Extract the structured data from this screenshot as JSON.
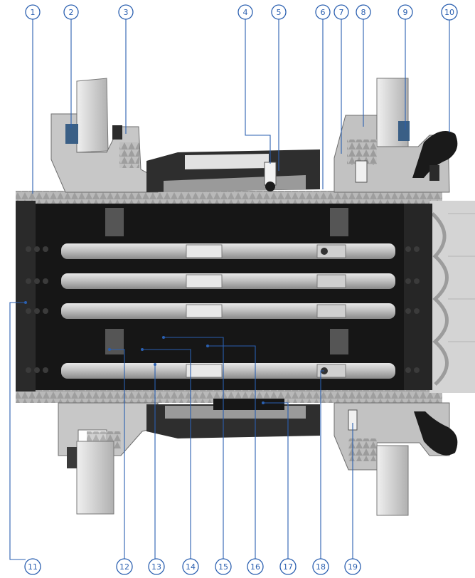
{
  "colors": {
    "callout_blue": "#2a5fb0",
    "metal_light": "#c9c9c9",
    "metal_mid": "#9a9a9a",
    "metal_dark": "#5e5e5e",
    "insulator_black": "#161616",
    "seal_blue": "#3a5f86",
    "background": "#ffffff"
  },
  "callouts": {
    "top": [
      "1",
      "2",
      "3",
      "4",
      "5",
      "6",
      "7",
      "8",
      "9",
      "10"
    ],
    "bottom": [
      "11",
      "12",
      "13",
      "14",
      "15",
      "16",
      "17",
      "18",
      "19"
    ]
  }
}
